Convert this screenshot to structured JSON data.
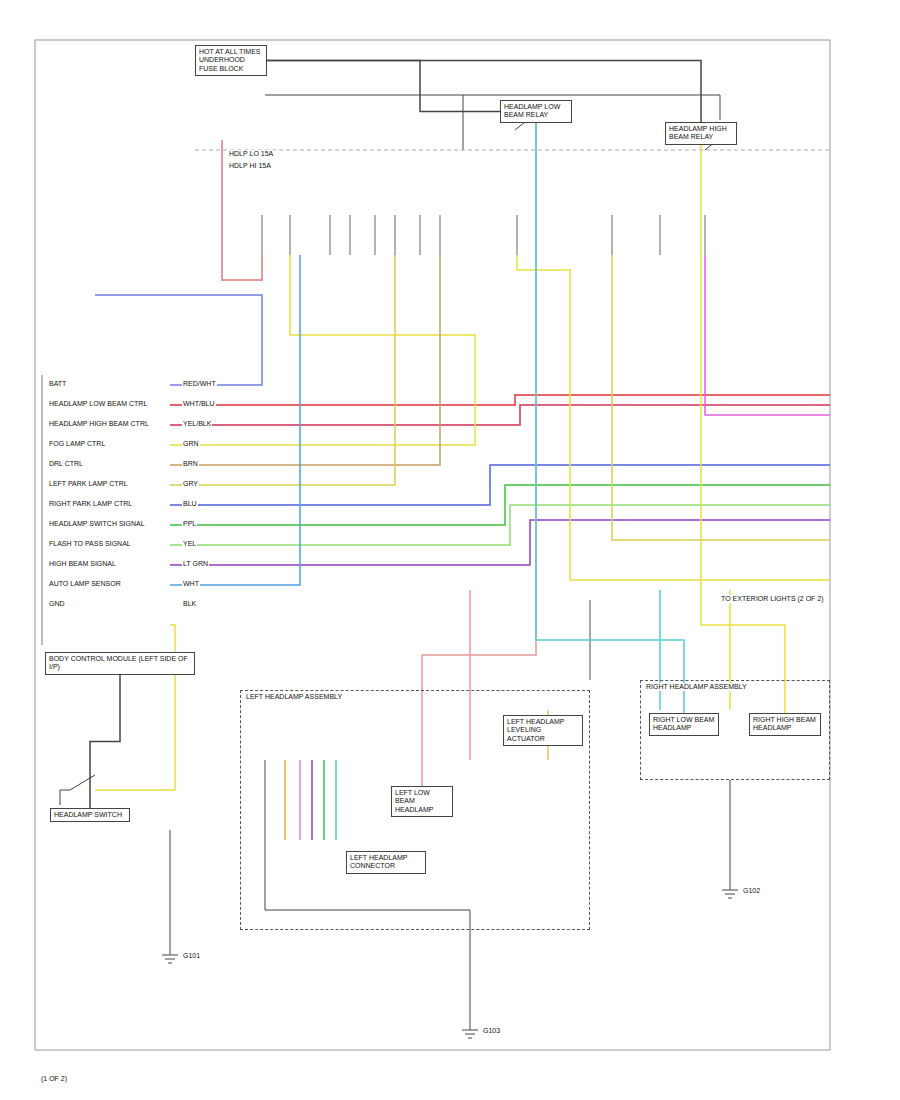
{
  "diagram": {
    "nodes": [
      {
        "text": [
          "HOT AT ALL TIMES",
          "UNDERHOOD FUSE BLOCK"
        ]
      },
      {
        "text": [
          "HEADLAMP LOW BEAM RELAY"
        ]
      },
      {
        "text": [
          "HEADLAMP HIGH BEAM RELAY"
        ]
      },
      {
        "text": [
          "BODY CONTROL MODULE (LEFT SIDE OF I/P)"
        ]
      },
      {
        "text": [
          "HEADLAMP SWITCH"
        ]
      },
      {
        "text": [
          "LEFT HEADLAMP ASSEMBLY"
        ]
      },
      {
        "text": [
          "LEFT LOW BEAM HEADLAMP"
        ],
        "in": 5
      },
      {
        "text": [
          "LEFT HEADLAMP LEVELING ACTUATOR"
        ],
        "in": 5
      },
      {
        "text": [
          "LEFT HEADLAMP CONNECTOR"
        ],
        "in": 5
      },
      {
        "text": [
          "RIGHT HEADLAMP ASSEMBLY"
        ]
      },
      {
        "text": [
          "RIGHT LOW BEAM HEADLAMP"
        ],
        "in": 9
      },
      {
        "text": [
          "RIGHT HIGH BEAM HEADLAMP"
        ],
        "in": 9
      }
    ],
    "edges": [
      {
        "from": 0,
        "to": 1,
        "arrow": "none"
      },
      {
        "from": 0,
        "to": 2,
        "arrow": "none"
      },
      {
        "from": 1,
        "to": 6,
        "arrow": "none"
      },
      {
        "from": 1,
        "to": 10,
        "arrow": "none"
      },
      {
        "from": 2,
        "to": 11,
        "arrow": "none"
      },
      {
        "from": 4,
        "to": 3,
        "arrow": "none"
      }
    ],
    "labels": [
      "BATT",
      "HEADLAMP LOW BEAM CTRL",
      "HEADLAMP HIGH BEAM CTRL",
      "FOG LAMP CTRL",
      "DRL CTRL",
      "LEFT PARK LAMP CTRL",
      "RIGHT PARK LAMP CTRL",
      "HEADLAMP SWITCH SIGNAL",
      "FLASH TO PASS SIGNAL",
      "HIGH BEAM SIGNAL",
      "AUTO LAMP SENSOR",
      "GND",
      "RED/WHT",
      "WHT/BLU",
      "YEL/BLK",
      "GRN",
      "BRN",
      "GRY",
      "BLU",
      "PPL",
      "YEL",
      "LT GRN",
      "WHT",
      "BLK",
      "HDLP LO 15A",
      "HDLP HI 15A",
      "G101",
      "G102",
      "G103",
      "TO EXTERIOR LIGHTS (2 OF 2)",
      "(1 OF 2)"
    ]
  }
}
